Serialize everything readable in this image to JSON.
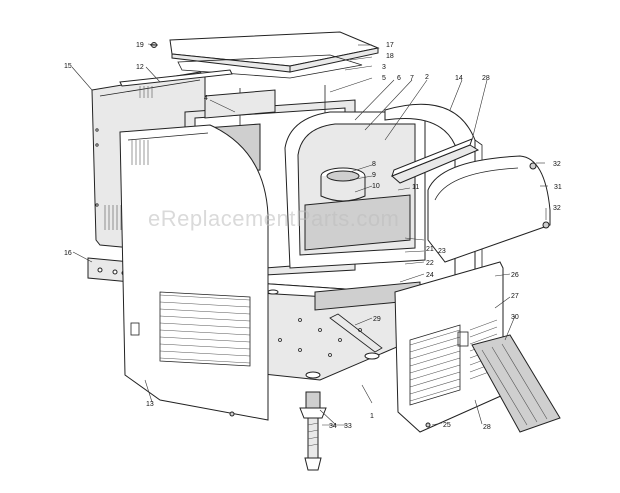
{
  "watermark": "eReplacementParts.com",
  "callouts": {
    "c1": "1",
    "c2": "2",
    "c3": "3",
    "c4": "4",
    "c5": "5",
    "c6": "6",
    "c7": "7",
    "c8": "8",
    "c9": "9",
    "c10": "10",
    "c11": "11",
    "c12": "12",
    "c13": "13",
    "c14": "14",
    "c15": "15",
    "c16": "16",
    "c17": "17",
    "c18": "18",
    "c19": "19",
    "c21": "21",
    "c22": "22",
    "c23": "23",
    "c24": "24",
    "c25": "25",
    "c26": "26",
    "c27": "27",
    "c28": "28",
    "c28b": "28",
    "c29": "29",
    "c30": "30",
    "c31": "31",
    "c32a": "32",
    "c32b": "32",
    "c33": "33",
    "c34": "34"
  }
}
